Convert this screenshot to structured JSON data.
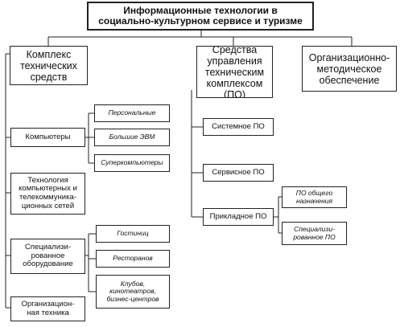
{
  "title": "Информационные технологии в\nсоциально-культурном сервисе и туризме",
  "branches": {
    "hardware": "Комплекс\nтехнических\nсредств",
    "software_mgmt": "Средства\nуправления\nтехническим\nкомплексом (ПО)",
    "method": "Организационно-\nметодическое\nобеспечение"
  },
  "hardware_items": {
    "computers": "Компьютеры",
    "telecom": "Технология\nкомпьютерных и\nтелекоммуника-\nционных сетей",
    "special": "Специализи-\nрованное\nоборудование",
    "office": "Организацион-\nная техника"
  },
  "computer_types": {
    "personal": "Персональные",
    "mainframe": "Большие ЭВМ",
    "super": "Суперкомпьютеры"
  },
  "special_types": {
    "hotels": "Гостиниц",
    "restaurants": "Ресторанов",
    "clubs": "Клубов, кинотеатров, бизнес-центров"
  },
  "software_items": {
    "system": "Системное ПО",
    "service": "Сервисное ПО",
    "applied": "Прикладное ПО"
  },
  "applied_types": {
    "general": "ПО общего\nназначения",
    "specialized": "Специализи-\nрованное ПО"
  }
}
